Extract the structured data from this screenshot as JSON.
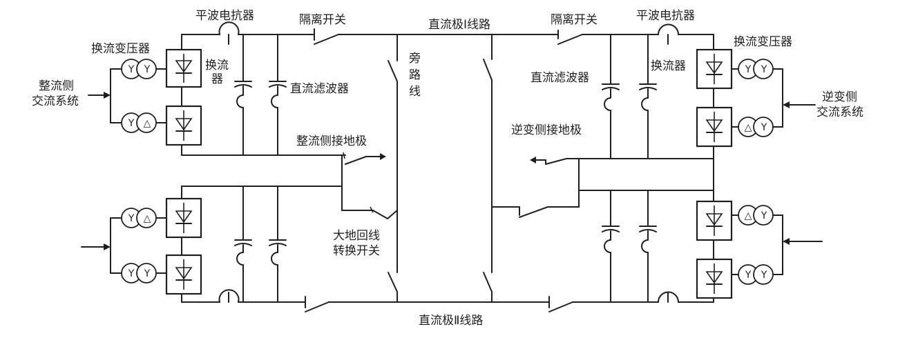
{
  "labels": {
    "smoothing_reactor": "平波电抗器",
    "disconnect_switch": "隔离开关",
    "dc_pole1_line": "直流极Ⅰ线路",
    "dc_pole2_line": "直流极Ⅱ线路",
    "converter_transformer": "换流变压器",
    "converter_left_1": "换流",
    "converter_left_2": "器",
    "converter_right": "换流器",
    "rectifier_ac_1": "整流侧",
    "rectifier_ac_2": "交流系统",
    "inverter_ac_1": "逆变侧",
    "inverter_ac_2": "交流系统",
    "dc_filter": "直流滤波器",
    "bypass_1": "旁",
    "bypass_2": "路",
    "bypass_3": "线",
    "rectifier_ground": "整流侧接地极",
    "inverter_ground": "逆变侧接地极",
    "mrtb_1": "大地回线",
    "mrtb_2": "转换开关"
  },
  "transformer_symbols": {
    "wye": "Y",
    "delta": "△"
  },
  "colors": {
    "line": "#1e1e1e",
    "background": "#ffffff"
  }
}
